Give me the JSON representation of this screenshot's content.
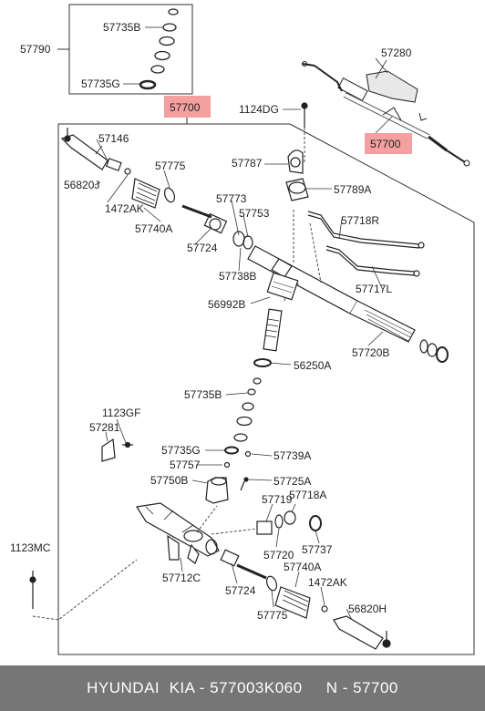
{
  "diagram": {
    "highlight_color": "#f4a0a0",
    "labels": {
      "p57790": "57790",
      "p57735B_top": "57735B",
      "p57735G_top": "57735G",
      "p57280": "57280",
      "p57700_main": "57700",
      "p57700_side": "57700",
      "p1124DG": "1124DG",
      "p57146": "57146",
      "p56820J": "56820J",
      "p1472AK_top": "1472AK",
      "p57775_top": "57775",
      "p57787": "57787",
      "p57740A_top": "57740A",
      "p57789A": "57789A",
      "p57773": "57773",
      "p57753": "57753",
      "p57724_top": "57724",
      "p57718R": "57718R",
      "p57738B": "57738B",
      "p57717L": "57717L",
      "p56992B": "56992B",
      "p57720B": "57720B",
      "p56250A": "56250A",
      "p57735B_mid": "57735B",
      "p1123GF": "1123GF",
      "p57281": "57281",
      "p57735G_mid": "57735G",
      "p57739A": "57739A",
      "p57757": "57757",
      "p57750B": "57750B",
      "p57725A": "57725A",
      "p57719": "57719",
      "p57718A": "57718A",
      "p1123MC": "1123MC",
      "p57720": "57720",
      "p57737": "57737",
      "p57712C": "57712C",
      "p57740A_bot": "57740A",
      "p1472AK_bot": "1472AK",
      "p57724_bot": "57724",
      "p56820H": "56820H",
      "p57775_bot": "57775"
    }
  },
  "footer": {
    "text": "HYUNDAI  KIA - 577003K060     N - 57700"
  }
}
